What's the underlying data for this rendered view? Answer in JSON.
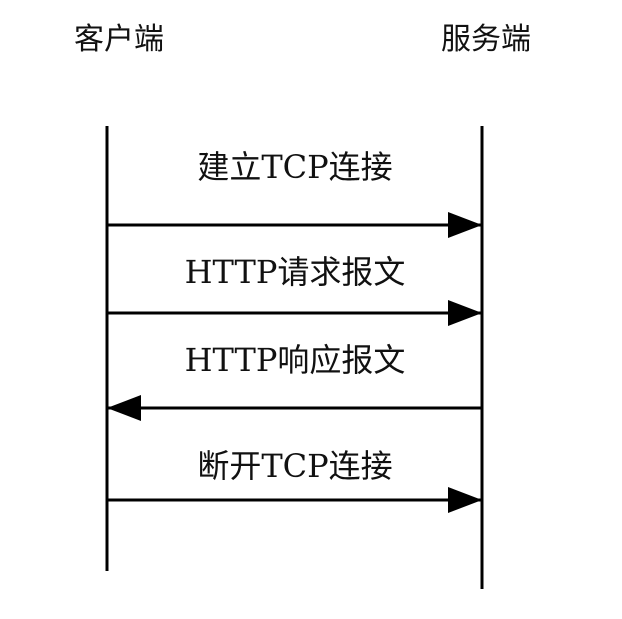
{
  "participants": {
    "client": "客户端",
    "server": "服务端"
  },
  "messages": [
    {
      "label": "建立TCP连接",
      "direction": "client-to-server"
    },
    {
      "label": "HTTP请求报文",
      "direction": "client-to-server"
    },
    {
      "label": "HTTP响应报文",
      "direction": "server-to-client"
    },
    {
      "label": "断开TCP连接",
      "direction": "client-to-server"
    }
  ],
  "colors": {
    "line": "#000000",
    "text": "#111111"
  }
}
